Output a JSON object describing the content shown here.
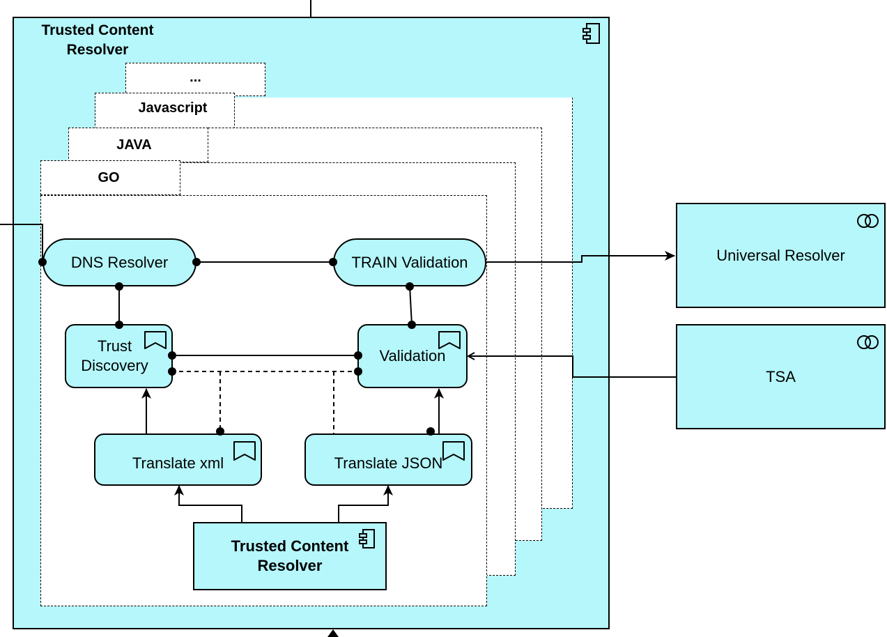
{
  "outer_component": {
    "title": "Trusted Content Resolver",
    "icon": "component-icon"
  },
  "language_tabs": [
    {
      "label": "..."
    },
    {
      "label": "Javascript"
    },
    {
      "label": "JAVA"
    },
    {
      "label": "GO"
    }
  ],
  "elements": {
    "dns_resolver": "DNS Resolver",
    "train_validation": "TRAIN Validation",
    "trust_discovery": "Trust Discovery",
    "validation": "Validation",
    "translate_xml": "Translate xml",
    "translate_json": "Translate JSON",
    "inner_component": "Trusted Content Resolver"
  },
  "external_services": [
    {
      "label": "Universal Resolver",
      "icon": "service-icon"
    },
    {
      "label": "TSA",
      "icon": "service-icon"
    }
  ],
  "colors": {
    "fill": "#b5f7fb",
    "stroke": "#000000",
    "background": "#ffffff"
  }
}
